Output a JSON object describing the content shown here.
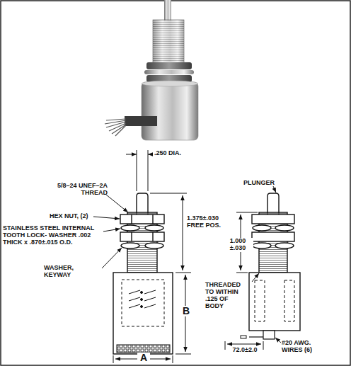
{
  "diagram": {
    "labels": [
      ".250 DIA.",
      "5/8–24 UNEF–2A THREAD",
      "HEX NUT, (2)",
      "STAINLESS STEEL INTERNAL TOOTH LOCK- WASHER .002 THICK x .870±.015 O.D.",
      "WASHER, KEYWAY",
      "1.375±.030 FREE POS.",
      "PLUNGER",
      "1.000 ±.030",
      "THREADED TO WITHIN .125 OF BODY",
      "B",
      "A",
      "#20 AWG. WIRES (6)",
      "72.0±2.0"
    ]
  }
}
